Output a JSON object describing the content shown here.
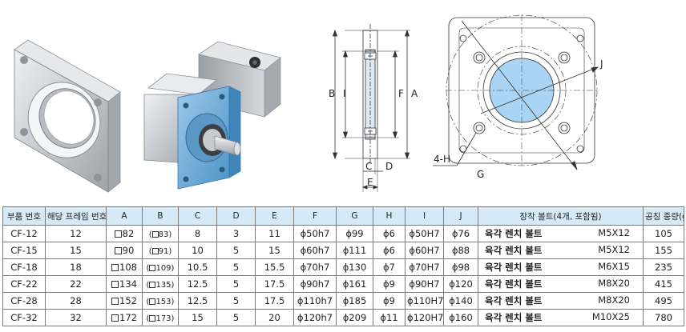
{
  "drawing_labels": {
    "side": {
      "B": "B",
      "I": "I",
      "F": "F",
      "A": "A",
      "C": "C",
      "D": "D",
      "E": "E"
    },
    "front": {
      "J": "J",
      "H": "4-H",
      "G": "G"
    }
  },
  "colors": {
    "header_bg": "#d6e9f7",
    "flange_blue": "#6aaedd",
    "bore_blue": "#a9d4f3",
    "metal": "#c9ccd0"
  },
  "table": {
    "headers": [
      "부품 번호",
      "해당 프레임 번호",
      "A",
      "B",
      "C",
      "D",
      "E",
      "F",
      "G",
      "H",
      "I",
      "J",
      "장착 볼트(4개, 포함됨)",
      "공칭 중량(g)"
    ],
    "rows": [
      {
        "part": "CF-12",
        "frame": "12",
        "A": "82",
        "B": "83",
        "C": "8",
        "D": "3",
        "E": "11",
        "F": "ϕ50h7",
        "G": "ϕ99",
        "H": "ϕ6",
        "I": "ϕ50H7",
        "J": "ϕ76",
        "bolt_name": "육각 렌치 볼트",
        "bolt_size": "M5X12",
        "weight": "105"
      },
      {
        "part": "CF-15",
        "frame": "15",
        "A": "90",
        "B": "91",
        "C": "10",
        "D": "5",
        "E": "15",
        "F": "ϕ60h7",
        "G": "ϕ111",
        "H": "ϕ6",
        "I": "ϕ60H7",
        "J": "ϕ88",
        "bolt_name": "육각 렌치 볼트",
        "bolt_size": "M5X12",
        "weight": "155"
      },
      {
        "part": "CF-18",
        "frame": "18",
        "A": "108",
        "B": "109",
        "C": "10.5",
        "D": "5",
        "E": "15.5",
        "F": "ϕ70h7",
        "G": "ϕ130",
        "H": "ϕ7",
        "I": "ϕ70H7",
        "J": "ϕ98",
        "bolt_name": "육각 렌치 볼트",
        "bolt_size": "M6X15",
        "weight": "235"
      },
      {
        "part": "CF-22",
        "frame": "22",
        "A": "134",
        "B": "135",
        "C": "12.5",
        "D": "5",
        "E": "17.5",
        "F": "ϕ90h7",
        "G": "ϕ161",
        "H": "ϕ9",
        "I": "ϕ90H7",
        "J": "ϕ120",
        "bolt_name": "육각 렌치 볼트",
        "bolt_size": "M8X20",
        "weight": "415"
      },
      {
        "part": "CF-28",
        "frame": "28",
        "A": "152",
        "B": "153",
        "C": "12.5",
        "D": "5",
        "E": "17.5",
        "F": "ϕ110h7",
        "G": "ϕ185",
        "H": "ϕ9",
        "I": "ϕ110H7",
        "J": "ϕ140",
        "bolt_name": "육각 렌치 볼트",
        "bolt_size": "M8X20",
        "weight": "495"
      },
      {
        "part": "CF-32",
        "frame": "32",
        "A": "172",
        "B": "173",
        "C": "15",
        "D": "5",
        "E": "20",
        "F": "ϕ120h7",
        "G": "ϕ209",
        "H": "ϕ11",
        "I": "ϕ120H7",
        "J": "ϕ160",
        "bolt_name": "육각 렌치 볼트",
        "bolt_size": "M10X25",
        "weight": "780"
      }
    ]
  }
}
